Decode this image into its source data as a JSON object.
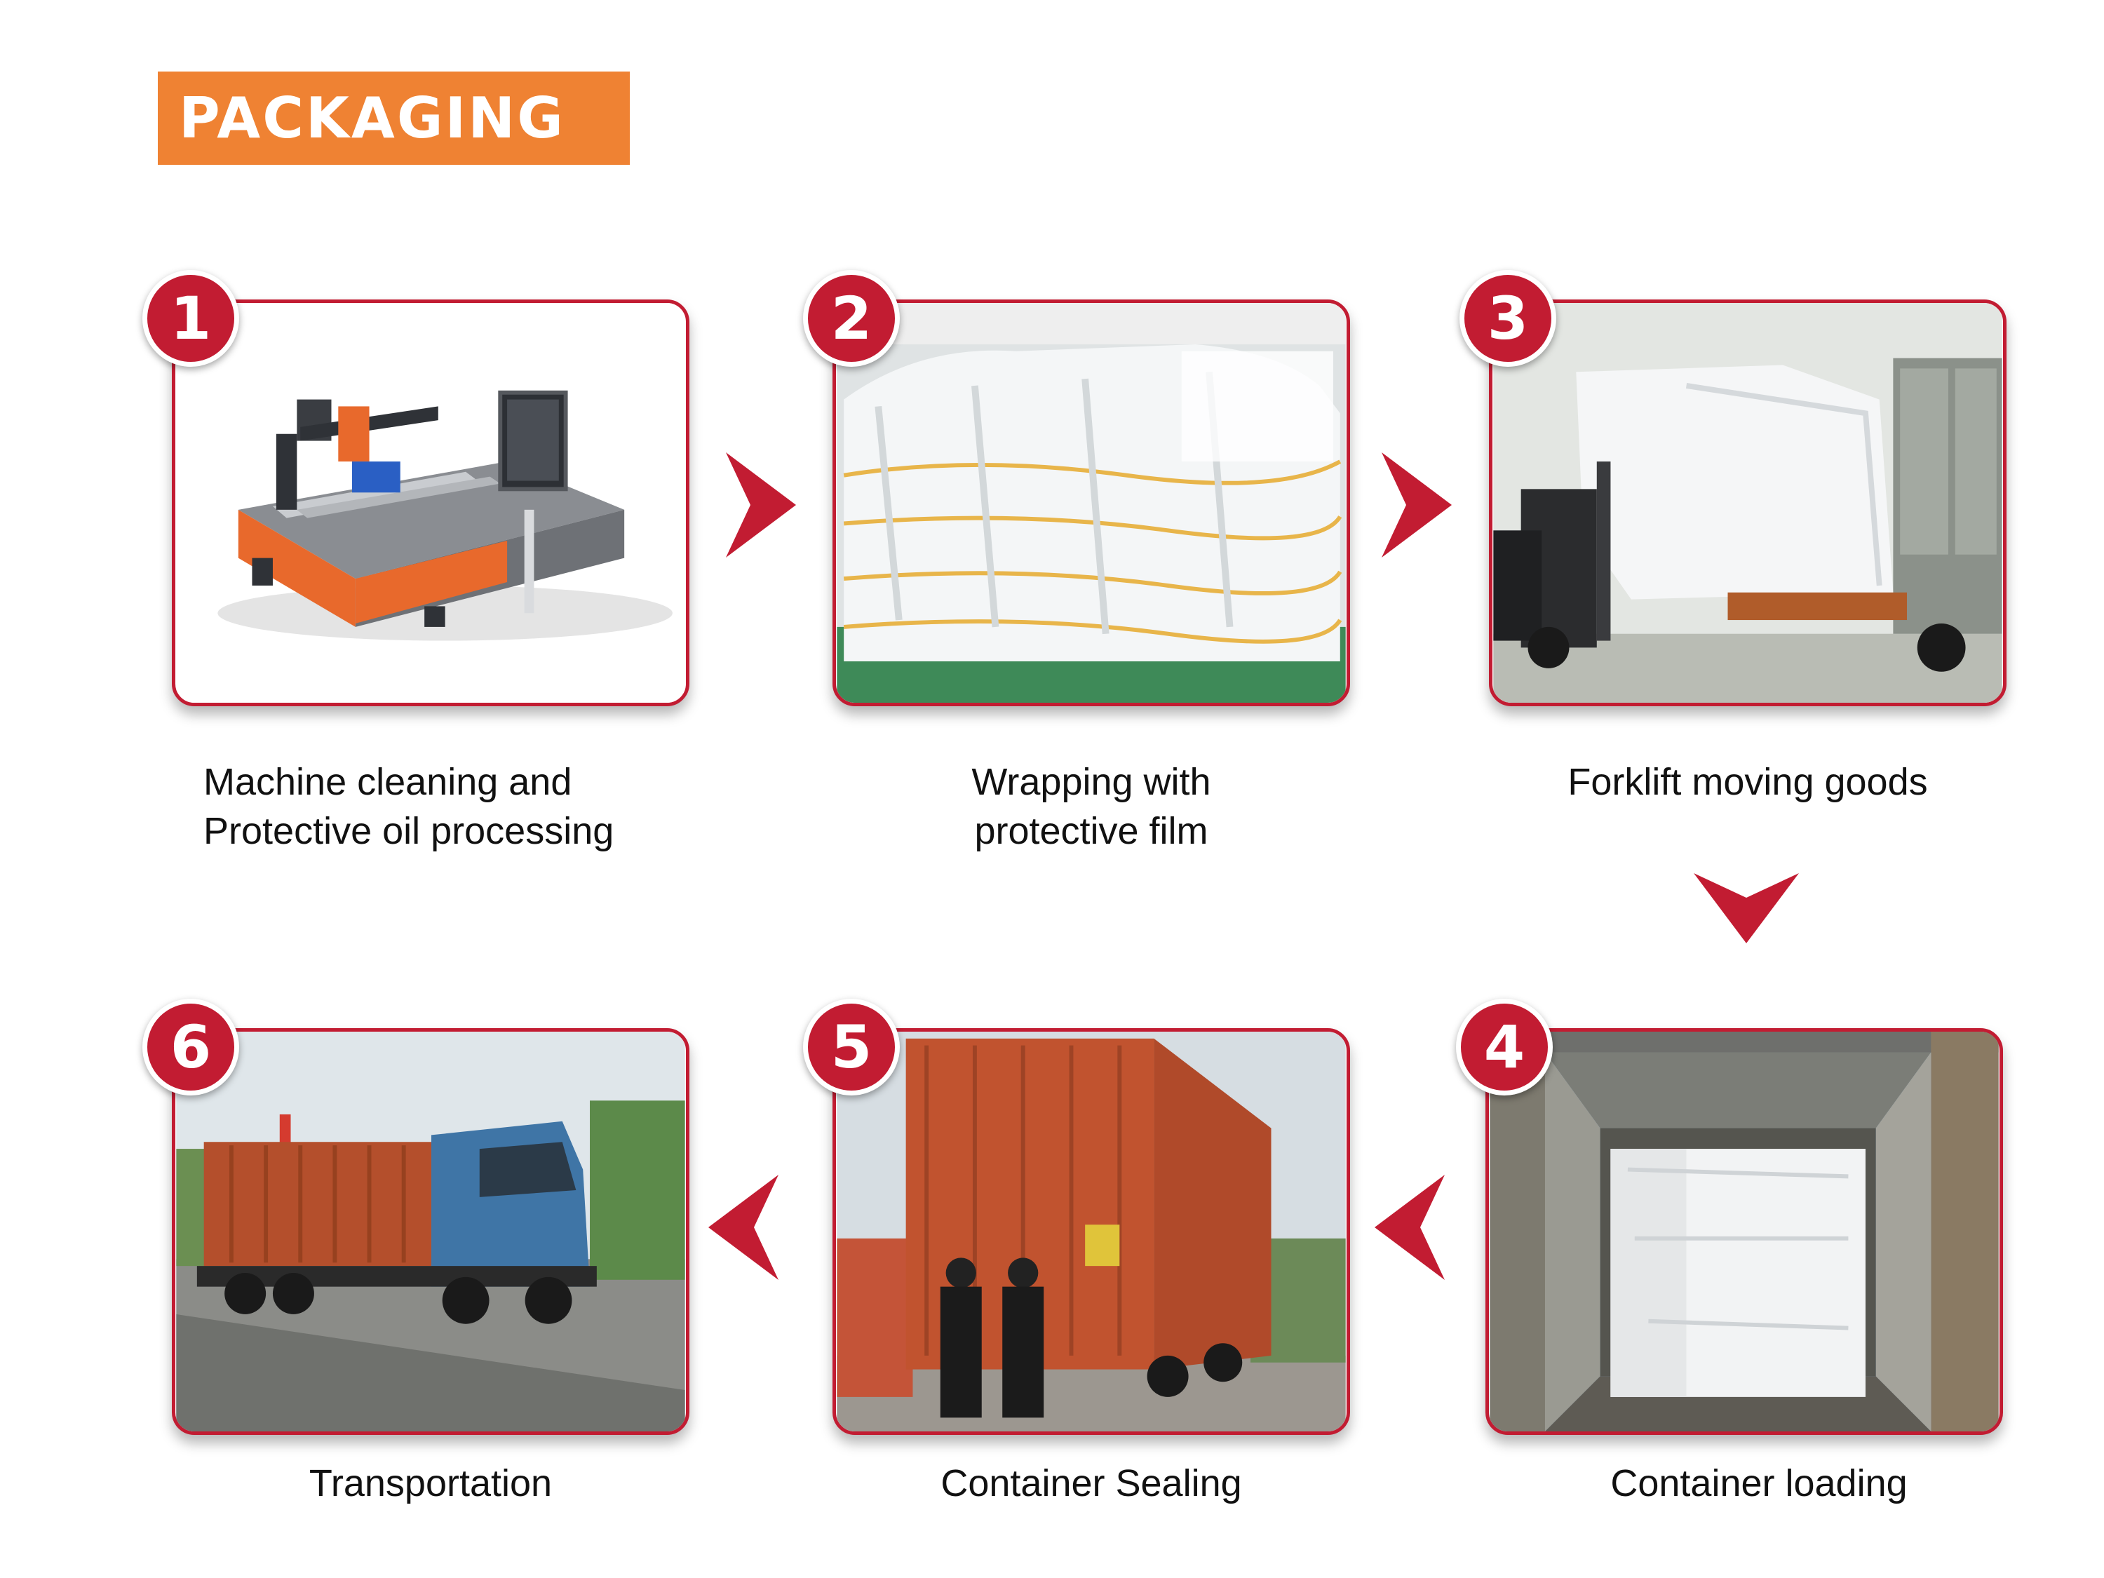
{
  "header": {
    "title": "PACKAGING",
    "color": "#ef8233"
  },
  "accent_color": "#c21c32",
  "steps": [
    {
      "number": "1",
      "caption_lines": [
        "Machine cleaning and",
        "Protective oil processing"
      ],
      "icon": "laser-cutting-machine-photo"
    },
    {
      "number": "2",
      "caption_lines": [
        "Wrapping with",
        "protective film"
      ],
      "icon": "film-wrapped-machine-photo"
    },
    {
      "number": "3",
      "caption_lines": [
        "Forklift moving goods"
      ],
      "icon": "forklift-photo"
    },
    {
      "number": "4",
      "caption_lines": [
        "Container loading"
      ],
      "icon": "container-interior-photo"
    },
    {
      "number": "5",
      "caption_lines": [
        "Container Sealing"
      ],
      "icon": "container-doors-photo"
    },
    {
      "number": "6",
      "caption_lines": [
        "Transportation"
      ],
      "icon": "container-truck-photo"
    }
  ]
}
